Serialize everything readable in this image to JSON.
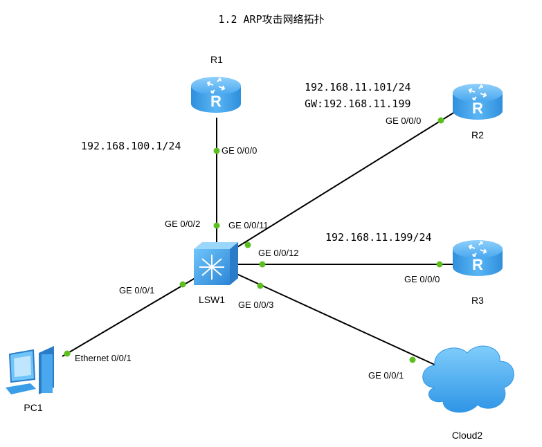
{
  "title": "1.2 ARP攻击网络拓扑",
  "devices": {
    "r1": "R1",
    "r2": "R2",
    "r3": "R3",
    "lsw1": "LSW1",
    "pc1": "PC1",
    "cloud2": "Cloud2"
  },
  "addresses": {
    "r1_ip": "192.168.100.1/24",
    "r2_ip": "192.168.11.101/24",
    "r2_gw": "GW:192.168.11.199",
    "r3_ip": "192.168.11.199/24"
  },
  "ports": {
    "r1_ge000": "GE 0/0/0",
    "lsw_ge002": "GE 0/0/2",
    "lsw_ge0011": "GE 0/0/11",
    "r2_ge000": "GE 0/0/0",
    "lsw_ge0012": "GE 0/0/12",
    "r3_ge000": "GE 0/0/0",
    "lsw_ge001": "GE 0/0/1",
    "lsw_ge003": "GE 0/0/3",
    "pc_eth": "Ethernet 0/0/1",
    "cloud_ge001": "GE 0/0/1"
  },
  "colors": {
    "router": "#3a9ee6",
    "switch": "#3a9ee6",
    "link_dot": "#5cbf1f",
    "cloud": "#4ab0f0"
  }
}
